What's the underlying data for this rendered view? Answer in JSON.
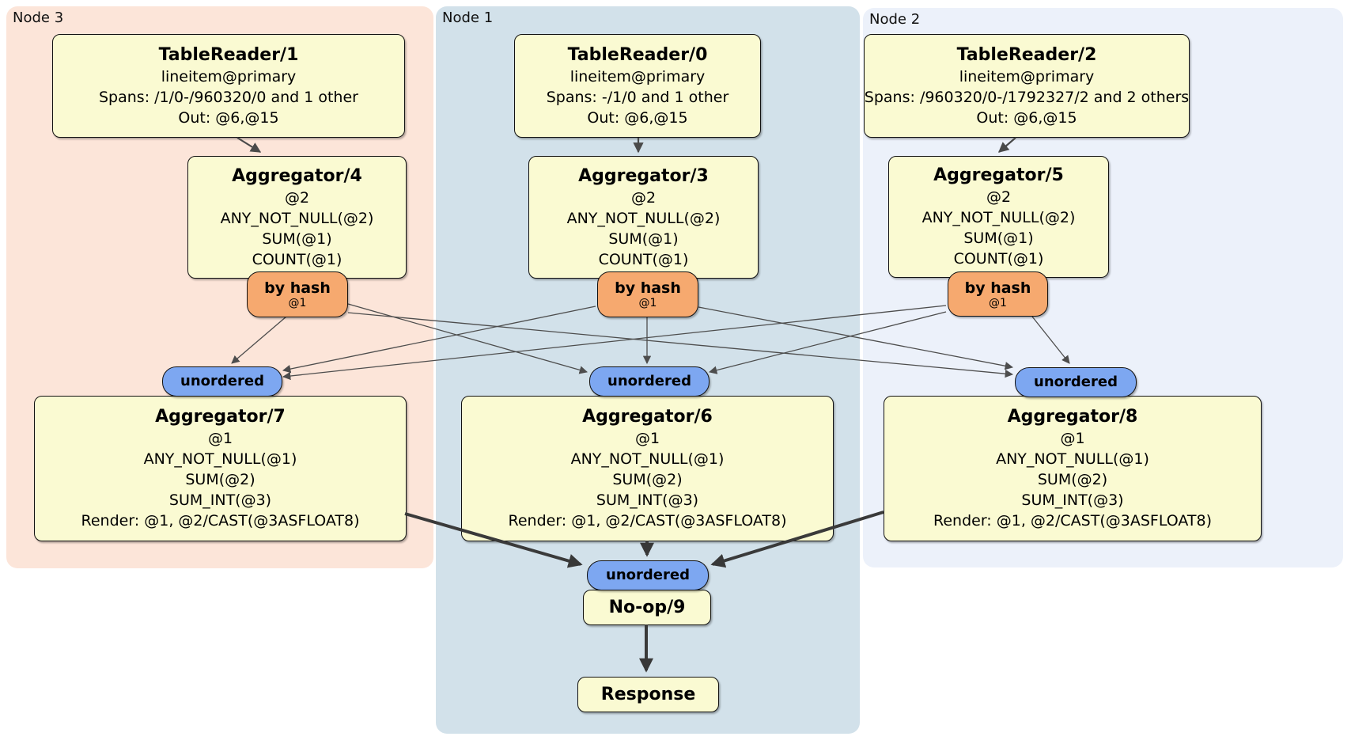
{
  "colors": {
    "node3_panel_bg": "#fce5d9",
    "node1_panel_bg": "#d2e1ea",
    "node2_panel_bg": "#ecf1fa",
    "processor_box_bg": "#fafad2",
    "router_pill_bg": "#f6a96f",
    "sync_pill_bg": "#7da7f1",
    "edge_color": "#4d4d4d"
  },
  "panels": {
    "node3": {
      "label": "Node 3"
    },
    "node1": {
      "label": "Node 1"
    },
    "node2": {
      "label": "Node 2"
    }
  },
  "processors": {
    "tablereader1": {
      "title": "TableReader/1",
      "lines": [
        "lineitem@primary",
        "Spans: /1/0-/960320/0 and 1 other",
        "Out: @6,@15"
      ]
    },
    "tablereader0": {
      "title": "TableReader/0",
      "lines": [
        "lineitem@primary",
        "Spans: -/1/0 and 1 other",
        "Out: @6,@15"
      ]
    },
    "tablereader2": {
      "title": "TableReader/2",
      "lines": [
        "lineitem@primary",
        "Spans: /960320/0-/1792327/2 and 2 others",
        "Out: @6,@15"
      ]
    },
    "aggregator4": {
      "title": "Aggregator/4",
      "lines": [
        "@2",
        "ANY_NOT_NULL(@2)",
        "SUM(@1)",
        "COUNT(@1)"
      ]
    },
    "aggregator3": {
      "title": "Aggregator/3",
      "lines": [
        "@2",
        "ANY_NOT_NULL(@2)",
        "SUM(@1)",
        "COUNT(@1)"
      ]
    },
    "aggregator5": {
      "title": "Aggregator/5",
      "lines": [
        "@2",
        "ANY_NOT_NULL(@2)",
        "SUM(@1)",
        "COUNT(@1)"
      ]
    },
    "aggregator7": {
      "title": "Aggregator/7",
      "lines": [
        "@1",
        "ANY_NOT_NULL(@1)",
        "SUM(@2)",
        "SUM_INT(@3)",
        "Render: @1, @2/CAST(@3ASFLOAT8)"
      ]
    },
    "aggregator6": {
      "title": "Aggregator/6",
      "lines": [
        "@1",
        "ANY_NOT_NULL(@1)",
        "SUM(@2)",
        "SUM_INT(@3)",
        "Render: @1, @2/CAST(@3ASFLOAT8)"
      ]
    },
    "aggregator8": {
      "title": "Aggregator/8",
      "lines": [
        "@1",
        "ANY_NOT_NULL(@1)",
        "SUM(@2)",
        "SUM_INT(@3)",
        "Render: @1, @2/CAST(@3ASFLOAT8)"
      ]
    },
    "noop9": {
      "title": "No-op/9"
    },
    "response": {
      "title": "Response"
    }
  },
  "routers": {
    "byhash4": {
      "label": "by hash",
      "detail": "@1"
    },
    "byhash3": {
      "label": "by hash",
      "detail": "@1"
    },
    "byhash5": {
      "label": "by hash",
      "detail": "@1"
    }
  },
  "synchronizers": {
    "unordered_node3": {
      "label": "unordered"
    },
    "unordered_node1": {
      "label": "unordered"
    },
    "unordered_node2": {
      "label": "unordered"
    },
    "unordered_final": {
      "label": "unordered"
    }
  }
}
